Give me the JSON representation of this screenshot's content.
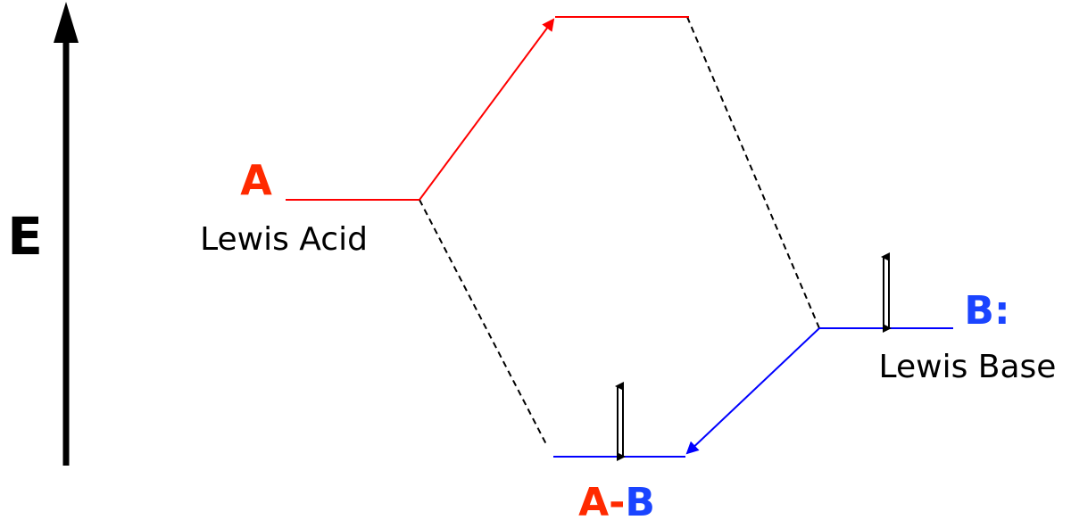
{
  "energy_axis": {
    "label": "E"
  },
  "acid": {
    "symbol": "A",
    "name": "Lewis Acid"
  },
  "base": {
    "symbol": "B:",
    "name": "Lewis Base"
  },
  "adduct": {
    "part_a": "A",
    "separator": "-",
    "part_b": "B"
  },
  "colors": {
    "acid": "#ff0000",
    "base": "#0000ff",
    "ink": "#000000",
    "connector": "#000000"
  },
  "electron_icons": [
    "electron-pair-up-down-icon",
    "electron-pair-up-down-icon"
  ]
}
